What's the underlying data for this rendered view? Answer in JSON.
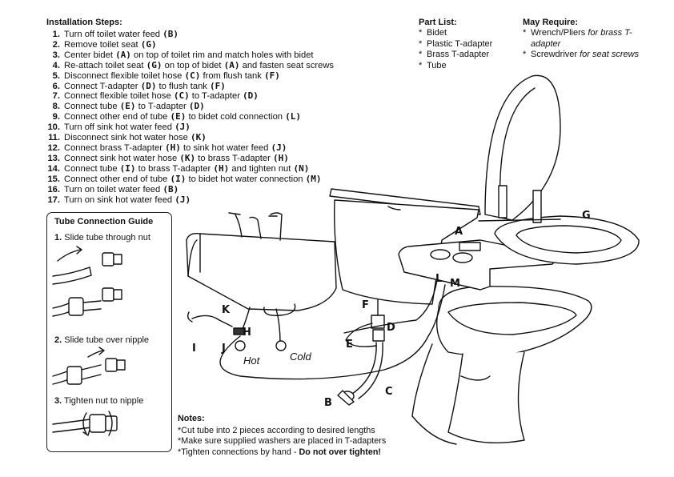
{
  "installation": {
    "title": "Installation Steps:",
    "steps": [
      {
        "num": "1.",
        "parts": [
          {
            "t": "Turn off toilet water feed "
          },
          {
            "t": "(B)",
            "b": true
          }
        ]
      },
      {
        "num": "2.",
        "parts": [
          {
            "t": "Remove toilet seat "
          },
          {
            "t": "(G)",
            "b": true
          }
        ]
      },
      {
        "num": "3.",
        "parts": [
          {
            "t": "Center bidet "
          },
          {
            "t": "(A)",
            "b": true
          },
          {
            "t": " on top of toilet rim and match holes with bidet"
          }
        ]
      },
      {
        "num": "4.",
        "parts": [
          {
            "t": "Re-attach toilet seat "
          },
          {
            "t": "(G)",
            "b": true
          },
          {
            "t": " on top of bidet "
          },
          {
            "t": "(A)",
            "b": true
          },
          {
            "t": " and fasten seat screws"
          }
        ]
      },
      {
        "num": "5.",
        "parts": [
          {
            "t": "Disconnect flexible toilet hose "
          },
          {
            "t": "(C)",
            "b": true
          },
          {
            "t": " from flush tank "
          },
          {
            "t": "(F)",
            "b": true
          }
        ]
      },
      {
        "num": "6.",
        "parts": [
          {
            "t": "Connect T-adapter "
          },
          {
            "t": "(D)",
            "b": true
          },
          {
            "t": " to flush tank "
          },
          {
            "t": "(F)",
            "b": true
          }
        ]
      },
      {
        "num": "7.",
        "parts": [
          {
            "t": "Connect flexible toilet hose "
          },
          {
            "t": "(C)",
            "b": true
          },
          {
            "t": " to T-adapter "
          },
          {
            "t": "(D)",
            "b": true
          }
        ]
      },
      {
        "num": "8.",
        "parts": [
          {
            "t": "Connect tube "
          },
          {
            "t": "(E)",
            "b": true
          },
          {
            "t": " to T-adapter "
          },
          {
            "t": "(D)",
            "b": true
          }
        ]
      },
      {
        "num": "9.",
        "parts": [
          {
            "t": "Connect other end of tube "
          },
          {
            "t": "(E)",
            "b": true
          },
          {
            "t": " to bidet cold connection "
          },
          {
            "t": "(L)",
            "b": true
          }
        ]
      },
      {
        "num": "10.",
        "parts": [
          {
            "t": "Turn off sink hot water feed "
          },
          {
            "t": "(J)",
            "b": true
          }
        ]
      },
      {
        "num": "11.",
        "parts": [
          {
            "t": "Disconnect sink hot water hose "
          },
          {
            "t": "(K)",
            "b": true
          }
        ]
      },
      {
        "num": "12.",
        "parts": [
          {
            "t": "Connect brass T-adapter "
          },
          {
            "t": "(H)",
            "b": true
          },
          {
            "t": " to sink hot water feed "
          },
          {
            "t": "(J)",
            "b": true
          }
        ]
      },
      {
        "num": "13.",
        "parts": [
          {
            "t": "Connect sink hot water hose "
          },
          {
            "t": "(K)",
            "b": true
          },
          {
            "t": " to brass T-adapter "
          },
          {
            "t": "(H)",
            "b": true
          }
        ]
      },
      {
        "num": "14.",
        "parts": [
          {
            "t": "Connect tube "
          },
          {
            "t": "(I)",
            "b": true
          },
          {
            "t": " to brass T-adapter "
          },
          {
            "t": "(H)",
            "b": true
          },
          {
            "t": " and tighten nut "
          },
          {
            "t": "(N)",
            "b": true
          }
        ]
      },
      {
        "num": "15.",
        "parts": [
          {
            "t": "Connect other end of tube "
          },
          {
            "t": "(I)",
            "b": true
          },
          {
            "t": " to bidet hot water connection "
          },
          {
            "t": "(M)",
            "b": true
          }
        ]
      },
      {
        "num": "16.",
        "parts": [
          {
            "t": "Turn on toilet water feed "
          },
          {
            "t": "(B)",
            "b": true
          }
        ]
      },
      {
        "num": "17.",
        "parts": [
          {
            "t": "Turn on sink hot water feed "
          },
          {
            "t": "(J)",
            "b": true
          }
        ]
      }
    ]
  },
  "part_list": {
    "title": "Part List:",
    "items": [
      "Bidet",
      "Plastic T-adapter",
      "Brass T-adapter",
      "Tube"
    ]
  },
  "may_require": {
    "title": "May Require:",
    "items": [
      {
        "main": "Wrench/Pliers ",
        "italic": "for brass T-adapter"
      },
      {
        "main": "Screwdriver ",
        "italic": "for seat screws"
      }
    ]
  },
  "guide": {
    "title": "Tube Connection Guide",
    "steps": [
      {
        "num": "1.",
        "text": " Slide tube through nut"
      },
      {
        "num": "2.",
        "text": " Slide tube over nipple"
      },
      {
        "num": "3.",
        "text": " Tighten nut to nipple"
      }
    ]
  },
  "notes": {
    "title": "Notes:",
    "lines": [
      "*Cut tube into 2 pieces according to desired lengths",
      "*Make sure supplied washers are placed in T-adapters"
    ],
    "last_prefix": "*Tighten connections by hand - ",
    "last_bold": "Do not over tighten!"
  },
  "labels": {
    "A": "A",
    "B": "B",
    "C": "C",
    "D": "D",
    "E": "E",
    "F": "F",
    "G": "G",
    "H": "H",
    "I": "I",
    "J": "J",
    "K": "K",
    "L": "L",
    "M": "M",
    "hot": "Hot",
    "cold": "Cold"
  }
}
